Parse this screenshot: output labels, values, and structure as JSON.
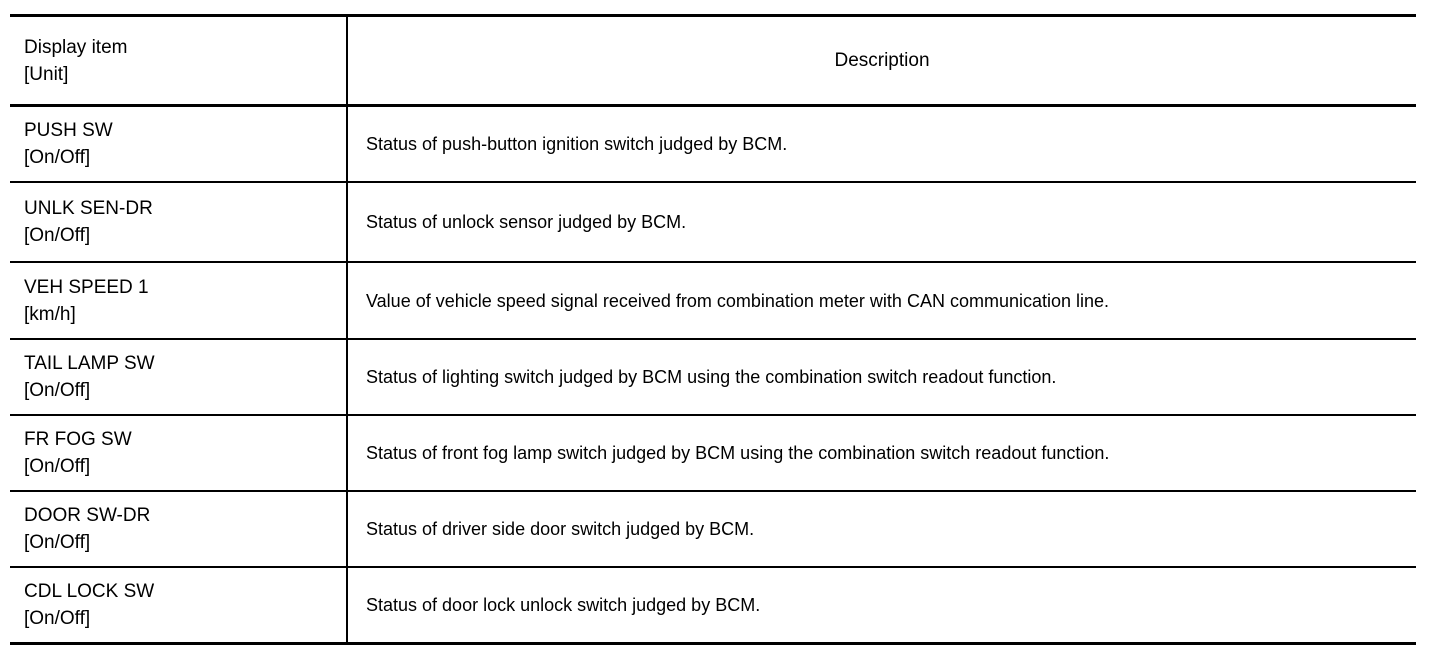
{
  "table": {
    "columns": [
      {
        "key": "display_item",
        "label_line1": "Display item",
        "label_line2": "[Unit]"
      },
      {
        "key": "description",
        "label_line1": "Description",
        "label_line2": ""
      }
    ],
    "rows": [
      {
        "item": "PUSH SW",
        "unit": "[On/Off]",
        "description": "Status of push-button ignition switch judged by BCM."
      },
      {
        "item": "UNLK SEN-DR",
        "unit": "[On/Off]",
        "description": "Status of unlock sensor judged by BCM."
      },
      {
        "item": "VEH SPEED 1",
        "unit": "[km/h]",
        "description": "Value of vehicle speed signal received from combination meter with CAN communication line."
      },
      {
        "item": "TAIL LAMP SW",
        "unit": "[On/Off]",
        "description": "Status of lighting switch judged by BCM using the combination switch readout function."
      },
      {
        "item": "FR FOG SW",
        "unit": "[On/Off]",
        "description": "Status of front fog lamp switch judged by BCM using the combination switch readout function."
      },
      {
        "item": "DOOR SW-DR",
        "unit": "[On/Off]",
        "description": "Status of driver side door switch judged by BCM."
      },
      {
        "item": "CDL LOCK SW",
        "unit": "[On/Off]",
        "description": "Status of door lock unlock switch judged by BCM."
      }
    ]
  },
  "colors": {
    "text": "#000000",
    "rule": "#000000",
    "background": "#ffffff"
  }
}
